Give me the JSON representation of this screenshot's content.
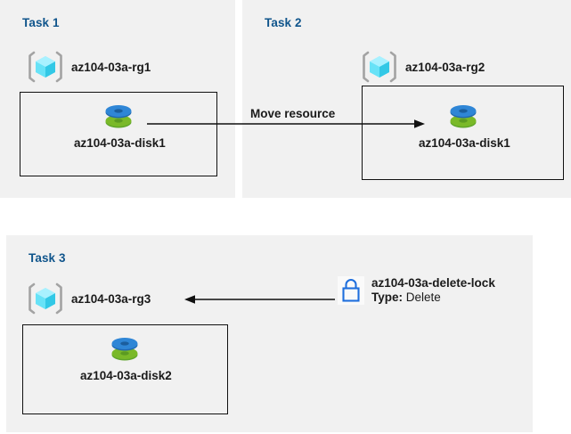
{
  "diagram": {
    "title": "Azure resource group tasks diagram",
    "colors": {
      "panel_background": "#f1f1f1",
      "page_background": "#ffffff",
      "task_title": "#10558c",
      "border": "#111111",
      "disk_top": "#2f7fd1",
      "disk_bottom": "#7ab929",
      "resource_group_cube": "#50e6ff",
      "resource_group_bracket": "#a3a3a3",
      "lock": "#1f6fdd",
      "text": "#1a1a1a"
    }
  },
  "tasks": [
    {
      "id": "task1",
      "title": "Task 1",
      "resource_group": {
        "icon": "resource-group-icon",
        "label": "az104-03a-rg1"
      },
      "resource": {
        "icon": "managed-disk-icon",
        "label": "az104-03a-disk1"
      }
    },
    {
      "id": "task2",
      "title": "Task 2",
      "resource_group": {
        "icon": "resource-group-icon",
        "label": "az104-03a-rg2"
      },
      "resource": {
        "icon": "managed-disk-icon",
        "label": "az104-03a-disk1"
      }
    },
    {
      "id": "task3",
      "title": "Task 3",
      "resource_group": {
        "icon": "resource-group-icon",
        "label": "az104-03a-rg3"
      },
      "resource": {
        "icon": "managed-disk-icon",
        "label": "az104-03a-disk2"
      },
      "lock": {
        "icon": "lock-icon",
        "name": "az104-03a-delete-lock",
        "type_label": "Type:",
        "type_value": "Delete"
      }
    }
  ],
  "connectors": [
    {
      "id": "move-resource",
      "label": "Move resource",
      "direction": "right",
      "from": "az104-03a-disk1 (Task 1)",
      "to": "az104-03a-disk1 (Task 2)"
    },
    {
      "id": "lock-applies-to",
      "label": "",
      "direction": "left",
      "from": "az104-03a-delete-lock",
      "to": "az104-03a-rg3"
    }
  ]
}
